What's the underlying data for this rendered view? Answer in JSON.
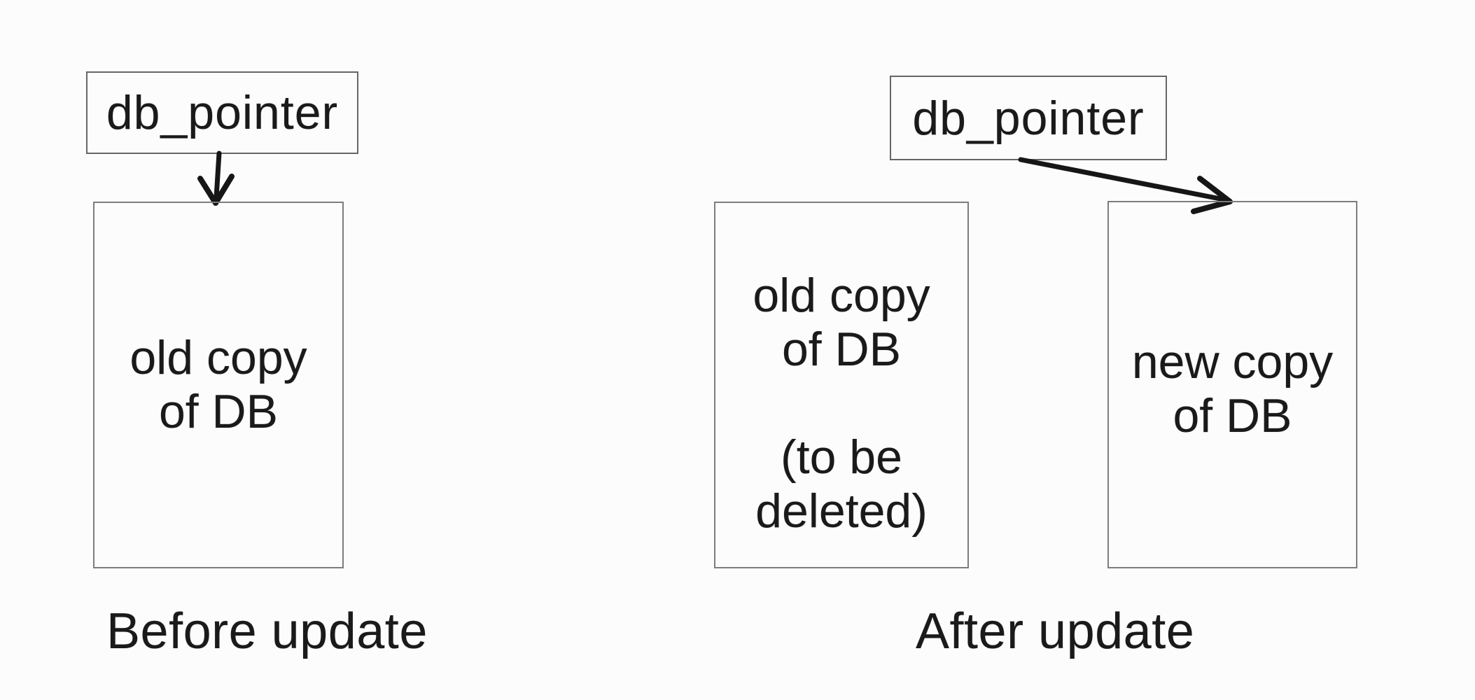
{
  "colors": {
    "bg": "#fcfcfc",
    "ink": "#1a1a1a",
    "boxline": "#757575",
    "arrow": "#161616"
  },
  "before": {
    "caption": "Before update",
    "pointer_label": "db_pointer",
    "db_box_label": "old copy\nof DB"
  },
  "after": {
    "caption": "After update",
    "pointer_label": "db_pointer",
    "old_box_label": "old copy\nof DB\n\n(to be\ndeleted)",
    "new_box_label": "new copy\nof DB"
  }
}
